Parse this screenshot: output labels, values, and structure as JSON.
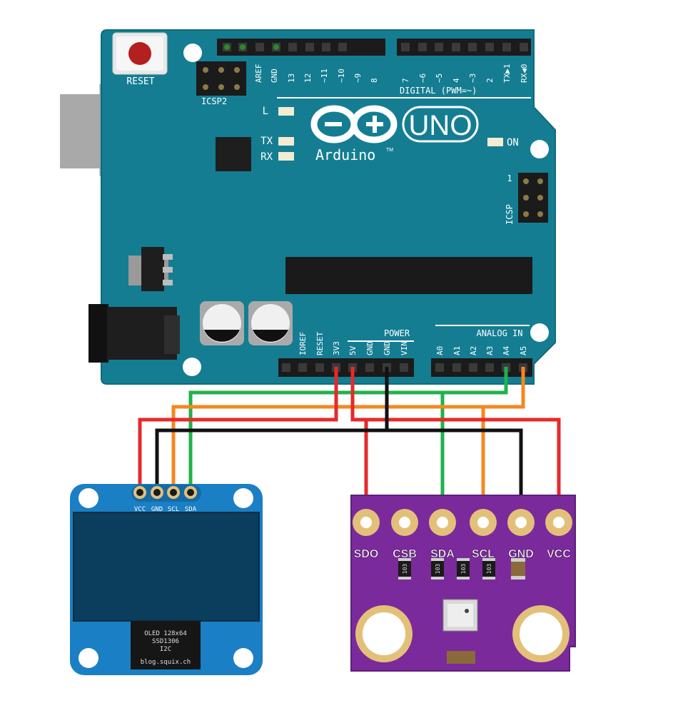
{
  "colors": {
    "board": "#147d92",
    "board_edge": "#0f6a7c",
    "oled_board": "#1a7fc4",
    "oled_screen": "#0b3d5c",
    "bme_board": "#7a2a9a",
    "red": "#e52a2a",
    "green": "#1fb34a",
    "orange": "#f5871f",
    "black": "#111111",
    "gold": "#e3c07a"
  },
  "arduino": {
    "reset_label": "RESET",
    "icsp2_label": "ICSP2",
    "icsp_label": "ICSP",
    "icsp_pin1": "1",
    "brand": "Arduino",
    "tm": "TM",
    "model": "UNO",
    "led_l": "L",
    "led_tx": "TX",
    "led_rx": "RX",
    "led_on": "ON",
    "digital_label": "DIGITAL (PWM=~)",
    "power_label": "POWER",
    "analog_label": "ANALOG IN",
    "digital_pins_left": [
      "AREF",
      "GND",
      "13",
      "12",
      "~11",
      "~10",
      "~9",
      "8"
    ],
    "digital_pins_right": [
      "7",
      "~6",
      "~5",
      "4",
      "~3",
      "2",
      "TX▶1",
      "RX◀0"
    ],
    "power_pins": [
      "IOREF",
      "RESET",
      "3V3",
      "5V",
      "GND",
      "GND",
      "VIN"
    ],
    "analog_pins": [
      "A0",
      "A1",
      "A2",
      "A3",
      "A4",
      "A5"
    ]
  },
  "oled": {
    "pins": [
      "VCC",
      "GND",
      "SCL",
      "SDA"
    ],
    "chip_lines": [
      "OLED 128x64",
      "SSD1306",
      "I2C"
    ],
    "site": "blog.squix.ch"
  },
  "bme": {
    "pins": [
      "SDO",
      "CSB",
      "SDA",
      "SCL",
      "GND",
      "VCC"
    ],
    "resistor_code": "103"
  }
}
